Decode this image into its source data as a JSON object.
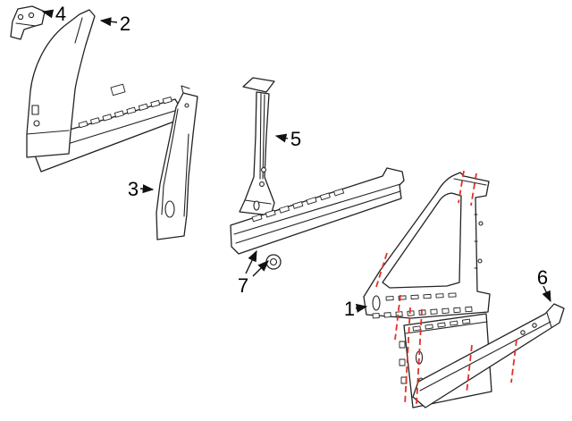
{
  "diagram": {
    "type": "parts-diagram",
    "description": "Exploded line-art diagram of vehicle body side components with numbered callouts and red section cut lines",
    "colors": {
      "background": "#ffffff",
      "line": "#232323",
      "cut_line": "#e03127",
      "label": "#000000"
    },
    "callouts": [
      {
        "label": "1"
      },
      {
        "label": "2"
      },
      {
        "label": "3"
      },
      {
        "label": "4"
      },
      {
        "label": "5"
      },
      {
        "label": "6"
      },
      {
        "label": "7"
      }
    ]
  }
}
